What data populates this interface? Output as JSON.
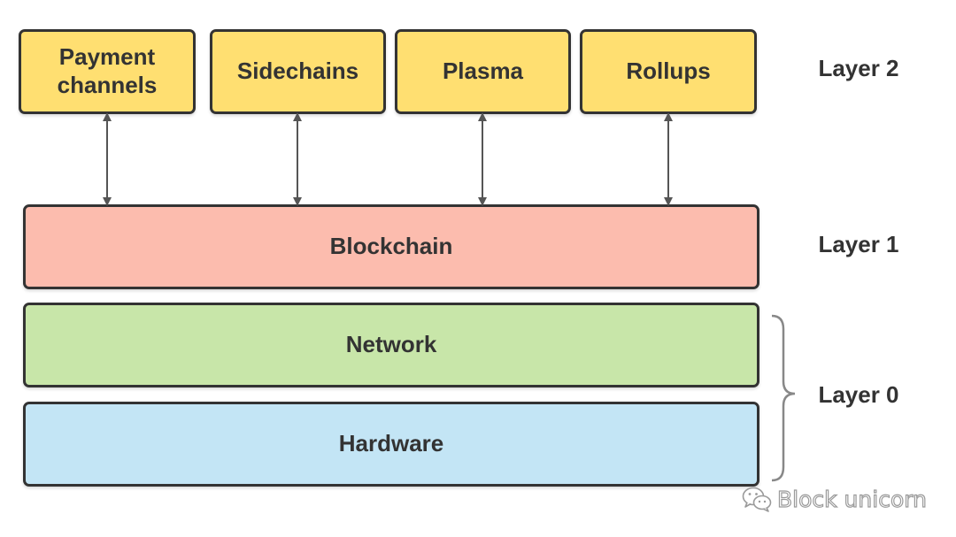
{
  "layer2": {
    "boxes": [
      "Payment\nchannels",
      "Sidechains",
      "Plasma",
      "Rollups"
    ],
    "label": "Layer 2",
    "color": "#ffdf71"
  },
  "layer1": {
    "box": "Blockchain",
    "label": "Layer 1",
    "color": "#fcbcae"
  },
  "layer0": {
    "boxes": [
      "Network",
      "Hardware"
    ],
    "label": "Layer 0",
    "colors": [
      "#c8e6a9",
      "#c3e5f5"
    ]
  },
  "watermark": {
    "text": "Block unicorn",
    "icon": "wechat-icon"
  }
}
